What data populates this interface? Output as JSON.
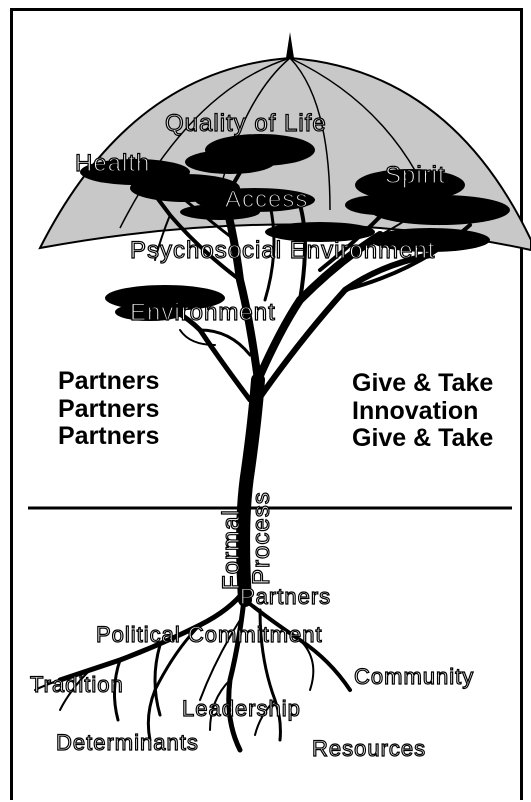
{
  "canopy_labels": {
    "quality_of_life": "Quality of Life",
    "health": "Health",
    "spirit": "Spirit",
    "access": "Access",
    "psychosocial_environment": "Psychosocial Environment",
    "environment": "Environment"
  },
  "left_block": [
    "Partners",
    "Partners",
    "Partners"
  ],
  "right_block": [
    "Give & Take",
    "Innovation",
    "Give & Take"
  ],
  "trunk_labels": {
    "formal": "Formal",
    "process": "Process"
  },
  "root_labels": {
    "partners": "Partners",
    "political_commitment": "Political Commitment",
    "tradition": "Tradition",
    "community": "Community",
    "leadership": "Leadership",
    "determinants": "Determinants",
    "resources": "Resources"
  },
  "colors": {
    "dome": "#c8c8c8",
    "ink": "#000000",
    "background": "#ffffff"
  }
}
